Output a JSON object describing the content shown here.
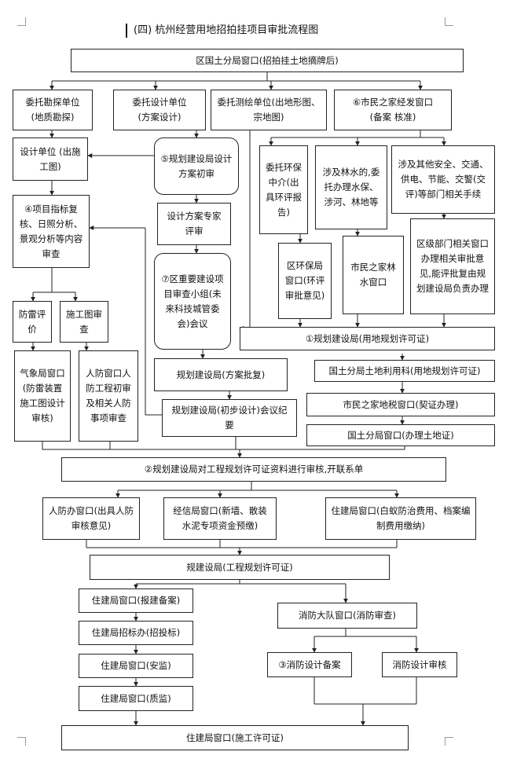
{
  "title": "(四) 杭州经营用地招拍挂项目审批流程图",
  "nodes": {
    "top": "区国土分局窗口(招拍挂土地摘牌后)",
    "n_kancha": "委托勘探单位\n(地质勘探)",
    "n_sheji": "委托设计单位\n(方案设计)",
    "n_cehui": "委托测绘单位(出地形图、宗地图)",
    "n_smzj6": "⑥市民之家经发窗口\n(备案 核准)",
    "n_shigong": "设计单位\n(出施工图)",
    "n_guihua5": "⑤规划建设局设计方案初审",
    "n_huanbao": "委托环保中介(出具环评报告)",
    "n_shuili": "涉及林水的,委托办理水保、涉河、林地等",
    "n_anquan": "涉及其他安全、交通、供电、节能、交警(交评)等部门相关手续",
    "n_zhibiao4": "④项目指标复核、日照分析、景观分析等内容审查",
    "n_zhuanjia": "设计方案专家评审",
    "n_huanbaoju": "区环保局窗口(环评审批意见)",
    "n_linshui": "市民之家林水窗口",
    "n_qujibumen": "区级部门相关窗口办理相关审批意见,能评批复由规划建设局负责办理",
    "n_zhongda7": "⑦区重要建设项目审查小组(未来科技城管委会)会议",
    "n_fanglei": "防雷评价",
    "n_shigongtu": "施工图审查",
    "n_guihua1": "①规划建设局(用地规划许可证)",
    "n_pifu": "规划建设局(方案批复)",
    "n_tudi": "国土分局土地利用科(用地规划许可证)",
    "n_qixiang": "气象局窗口(防雷装置施工图设计审核)",
    "n_renfang": "人防窗口人防工程初审及相关人防事项审查",
    "n_chubu": "规划建设局(初步设计)会议纪要",
    "n_diqi": "市民之家地税窗口(契证办理)",
    "n_tudizheng": "国土分局窗口(办理土地证)",
    "n_guihua2": "②规划建设局对工程规划许可证资料进行审核,开联系单",
    "n_renfangyj": "人防办窗口(出具人防审核意见)",
    "n_jingxin": "经信局窗口(新墙、散装水泥专项资金预缴)",
    "n_zhujian_bai": "住建局窗口(白蚁防治费用、档案编制费用缴纳)",
    "n_gongcheng": "规建设局(工程规划许可证)",
    "n_baojian": "住建局窗口(报建备案)",
    "n_xiaofang": "消防大队窗口(消防审查)",
    "n_zhaobiao": "住建局招标办(招投标)",
    "n_anjian": "住建局窗口(安监)",
    "n_xfba3": "③消防设计备案",
    "n_xfsh": "消防设计审核",
    "n_zhijian": "住建局窗口(质监)",
    "n_xuke": "住建局窗口(施工许可证)"
  }
}
